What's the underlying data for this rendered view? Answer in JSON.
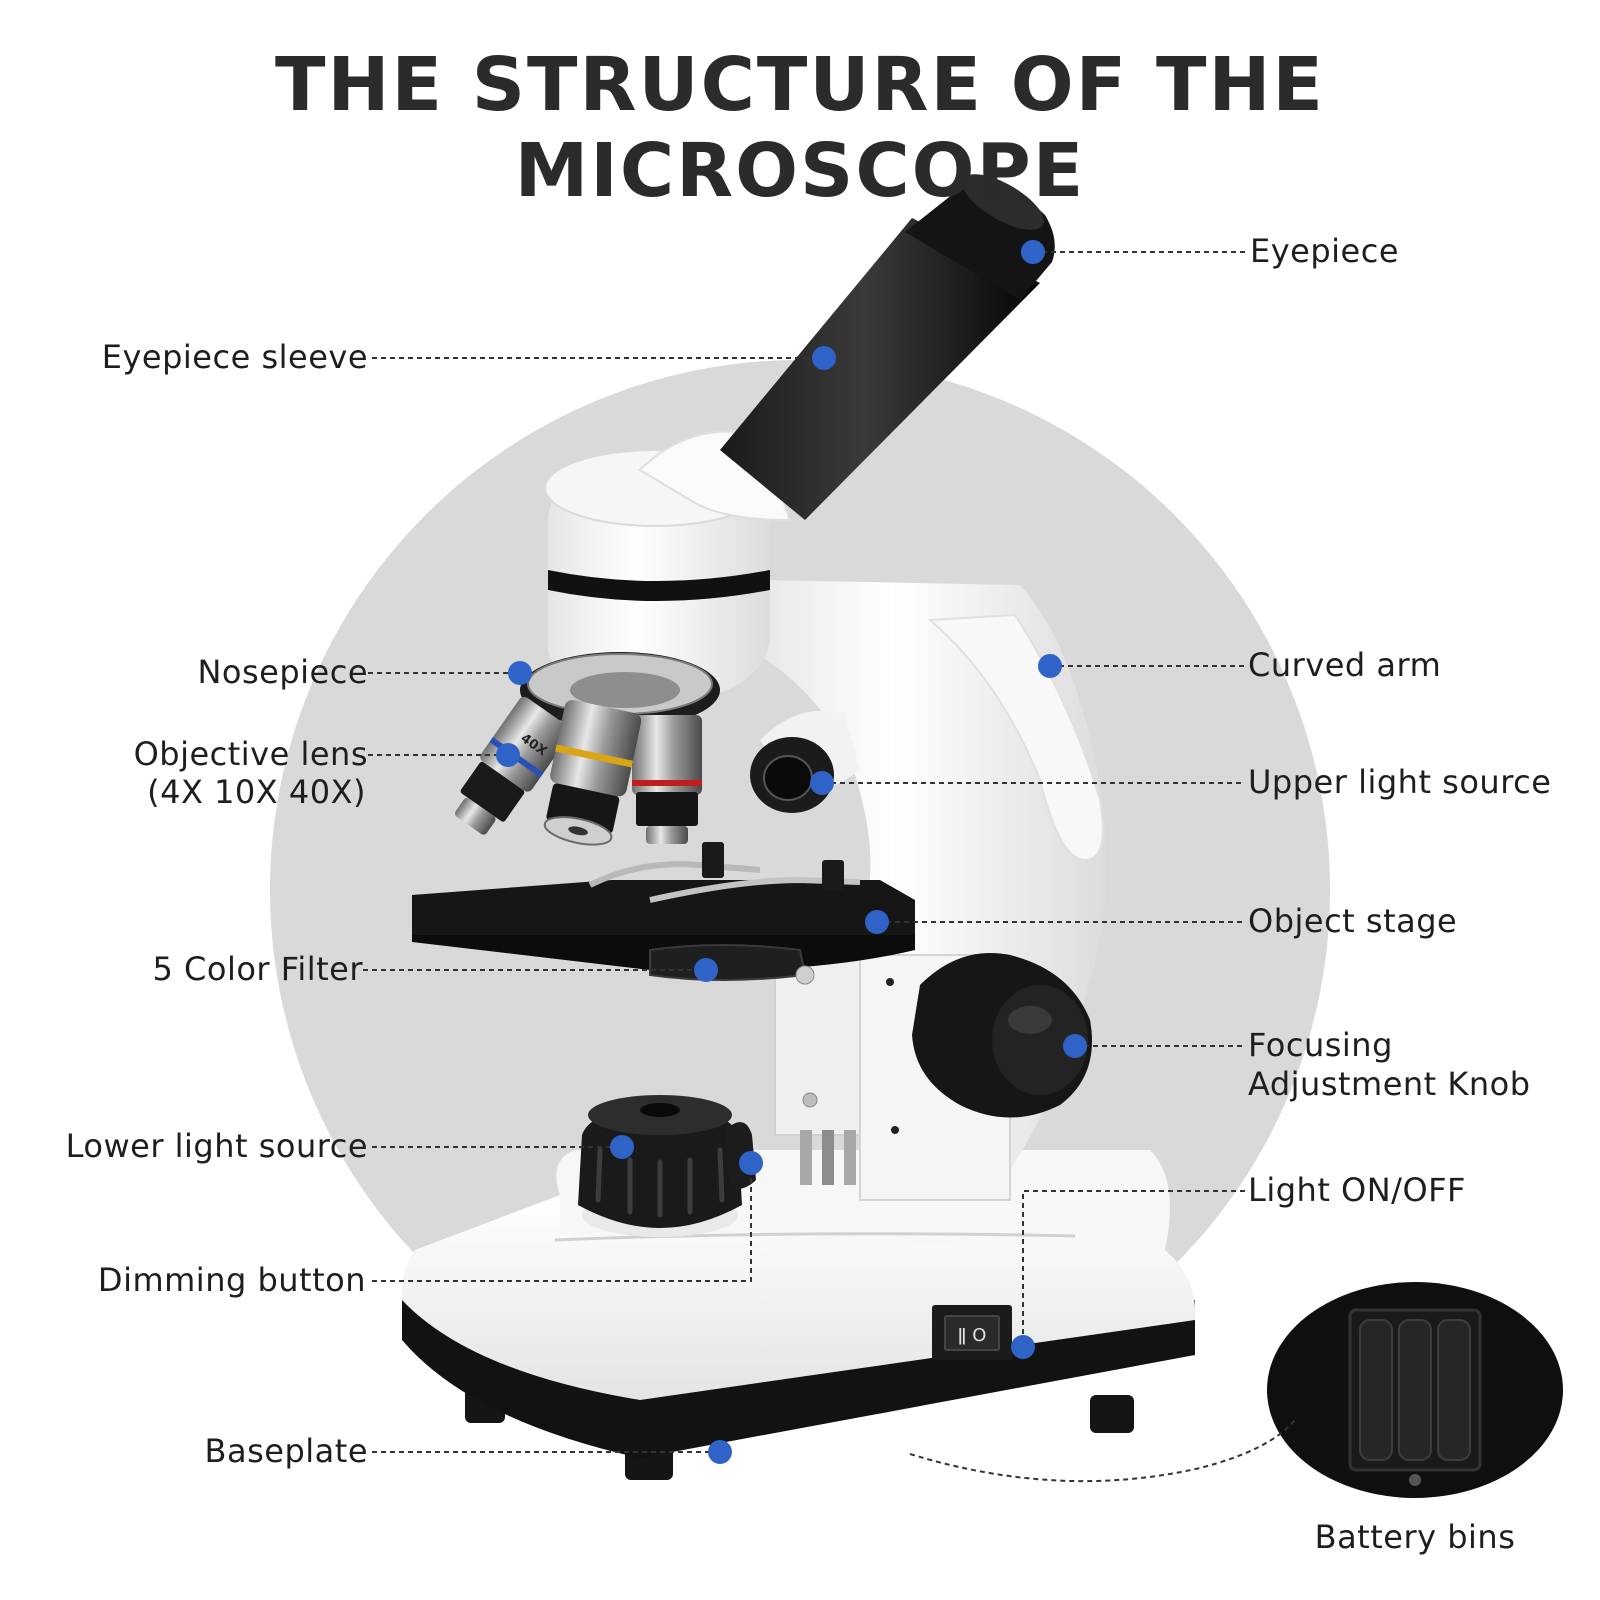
{
  "title": "THE STRUCTURE OF THE MICROSCOPE",
  "colors": {
    "marker": "#2f63c8",
    "background_circle": "#d9d9d9",
    "body_white": "#f4f4f4",
    "body_black": "#111111",
    "title_text": "#2b2b2b"
  },
  "labels": {
    "eyepiece": "Eyepiece",
    "eyepiece_sleeve": "Eyepiece sleeve",
    "nosepiece": "Nosepiece",
    "objective_lens": "Objective lens",
    "objective_lens_sub": "(4X 10X 40X)",
    "curved_arm": "Curved arm",
    "upper_light_source": "Upper light source",
    "object_stage": "Object stage",
    "color_filter": "5 Color Filter",
    "focusing_line1": "Focusing",
    "focusing_line2": "Adjustment Knob",
    "lower_light_source": "Lower light source",
    "light_switch": "Light ON/OFF",
    "dimming_button": "Dimming button",
    "baseplate": "Baseplate",
    "battery_bins": "Battery bins"
  },
  "objective_marking": "40X",
  "switch_symbols": "ǁ O"
}
